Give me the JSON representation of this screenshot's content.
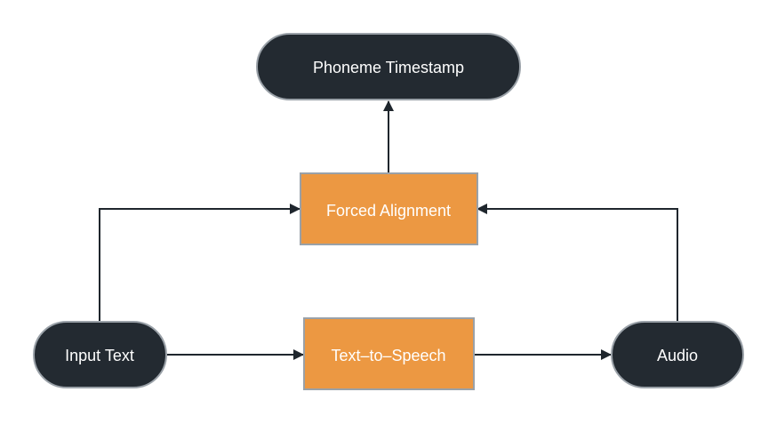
{
  "nodes": {
    "phoneme_timestamp": {
      "label": "Phoneme Timestamp"
    },
    "forced_alignment": {
      "label": "Forced Alignment"
    },
    "input_text": {
      "label": "Input Text"
    },
    "text_to_speech": {
      "label": "Text–to–Speech"
    },
    "audio": {
      "label": "Audio"
    }
  },
  "colors": {
    "terminal_fill": "#232a31",
    "process_fill": "#ec9842",
    "node_border": "#9aa1a8",
    "edge": "#1f262d",
    "text": "#ffffff"
  }
}
